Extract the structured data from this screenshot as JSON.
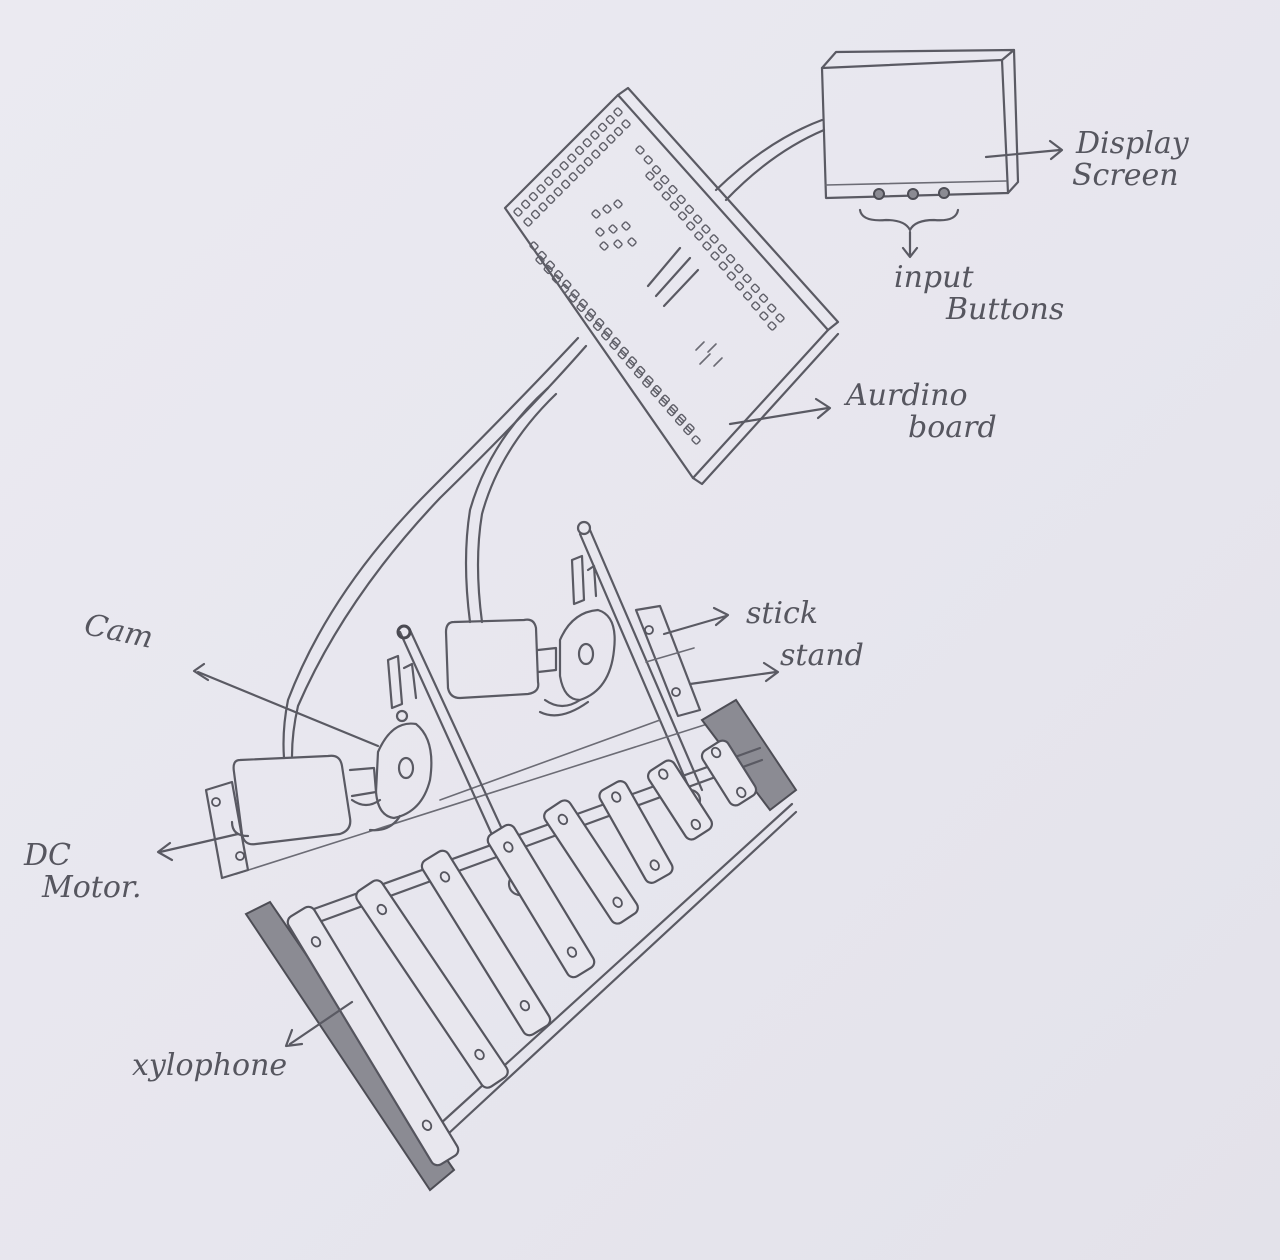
{
  "labels": {
    "display_line1": "Display",
    "display_line2": "Screen",
    "input_line1": "input",
    "input_line2": "Buttons",
    "board_line1": "Aurdino",
    "board_line2": "board",
    "stick": "stick",
    "stand": "stand",
    "cam": "Cam",
    "motor_line1": "DC",
    "motor_line2": "Motor.",
    "xylophone": "xylophone"
  },
  "colors": {
    "paper": "#e9e8ef",
    "pencil": "#5a5a63"
  }
}
